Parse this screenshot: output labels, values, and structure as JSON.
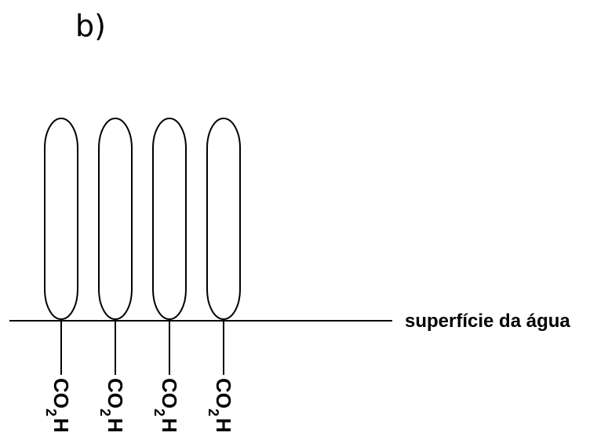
{
  "diagram": {
    "panel_label": "b)",
    "surface_label": "superfície da água",
    "molecule_count": 4,
    "head_group": {
      "prefix": "CO",
      "subscript": "2",
      "suffix": "H"
    },
    "colors": {
      "stroke": "#000000",
      "background": "#ffffff"
    }
  }
}
